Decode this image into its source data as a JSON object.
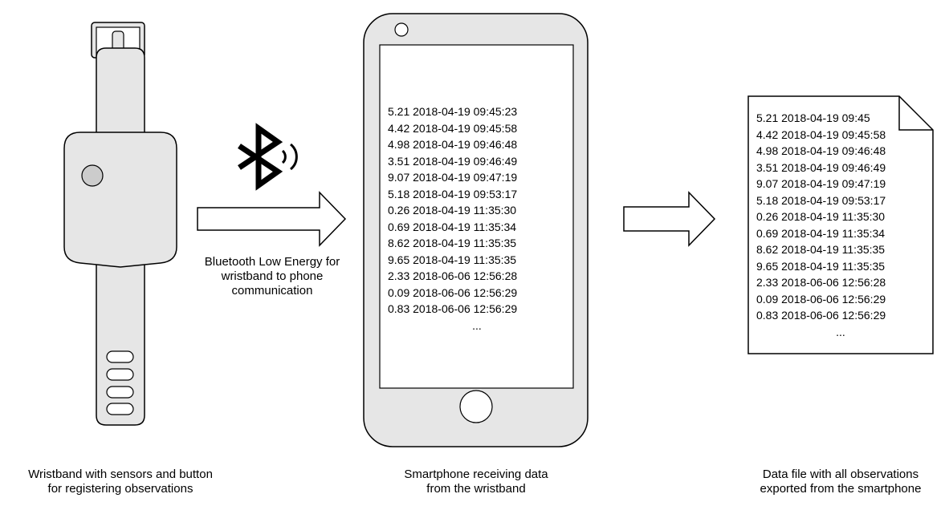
{
  "ble_caption": [
    "Bluetooth Low Energy for",
    "wristband to phone",
    "communication"
  ],
  "captions": {
    "wristband": [
      "Wristband with sensors and button",
      "for registering observations"
    ],
    "phone": [
      "Smartphone receiving data",
      "from the wristband"
    ],
    "file": [
      "Data file with all observations",
      "exported from the smartphone"
    ]
  },
  "observations": [
    "5.21 2018-04-19 09:45:23",
    "4.42 2018-04-19 09:45:58",
    "4.98 2018-04-19 09:46:48",
    "3.51 2018-04-19 09:46:49",
    "9.07 2018-04-19 09:47:19",
    "5.18 2018-04-19 09:53:17",
    "0.26 2018-04-19 11:35:30",
    "0.69 2018-04-19 11:35:34",
    "8.62 2018-04-19 11:35:35",
    "9.65 2018-04-19 11:35:35",
    "2.33 2018-06-06 12:56:28",
    "0.09 2018-06-06 12:56:29",
    "0.83 2018-06-06 12:56:29"
  ],
  "file_first_line": "5.21 2018-04-19 09:45",
  "ellipsis": "...",
  "colors": {
    "stroke": "#000000",
    "body_fill": "#e6e6e6",
    "button_fill": "#cccccc",
    "screen_fill": "#ffffff"
  },
  "icons": [
    "bluetooth-icon",
    "wristband-icon",
    "smartphone-icon",
    "document-icon",
    "arrow-right-icon"
  ]
}
